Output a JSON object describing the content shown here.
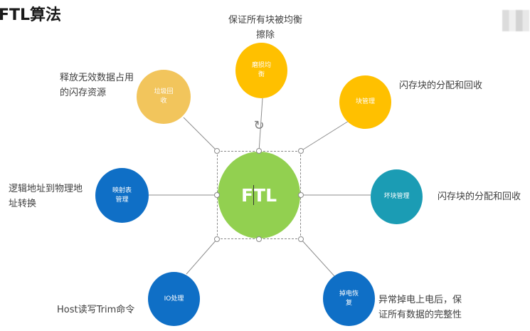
{
  "title": "FTL算法",
  "center": {
    "label": "FTL",
    "color": "#92d050"
  },
  "nodes": [
    {
      "id": "wear",
      "label": "磨损均\n衡",
      "color": "#ffc000",
      "description": "保证所有块被均衡\n擦除"
    },
    {
      "id": "block",
      "label": "块管理",
      "color": "#ffc000",
      "description": "闪存块的分配和回收"
    },
    {
      "id": "bad_block",
      "label": "坏块管理",
      "color": "#1b9cb4",
      "description": "闪存块的分配和回收"
    },
    {
      "id": "power_loss",
      "label": "掉电恢\n复",
      "color": "#0f6fc6",
      "description": "异常掉电上电后，保\n证所有数据的完整性"
    },
    {
      "id": "io",
      "label": "IO处理",
      "color": "#0f6fc6",
      "description": "Host读写Trim命令"
    },
    {
      "id": "mapping",
      "label": "映射表\n管理",
      "color": "#0f6fc6",
      "description": "逻辑地址到物理地\n址转换"
    },
    {
      "id": "gc",
      "label": "垃圾回\n收",
      "color": "#f2c55c",
      "description": "释放无效数据占用\n的闪存资源"
    }
  ]
}
